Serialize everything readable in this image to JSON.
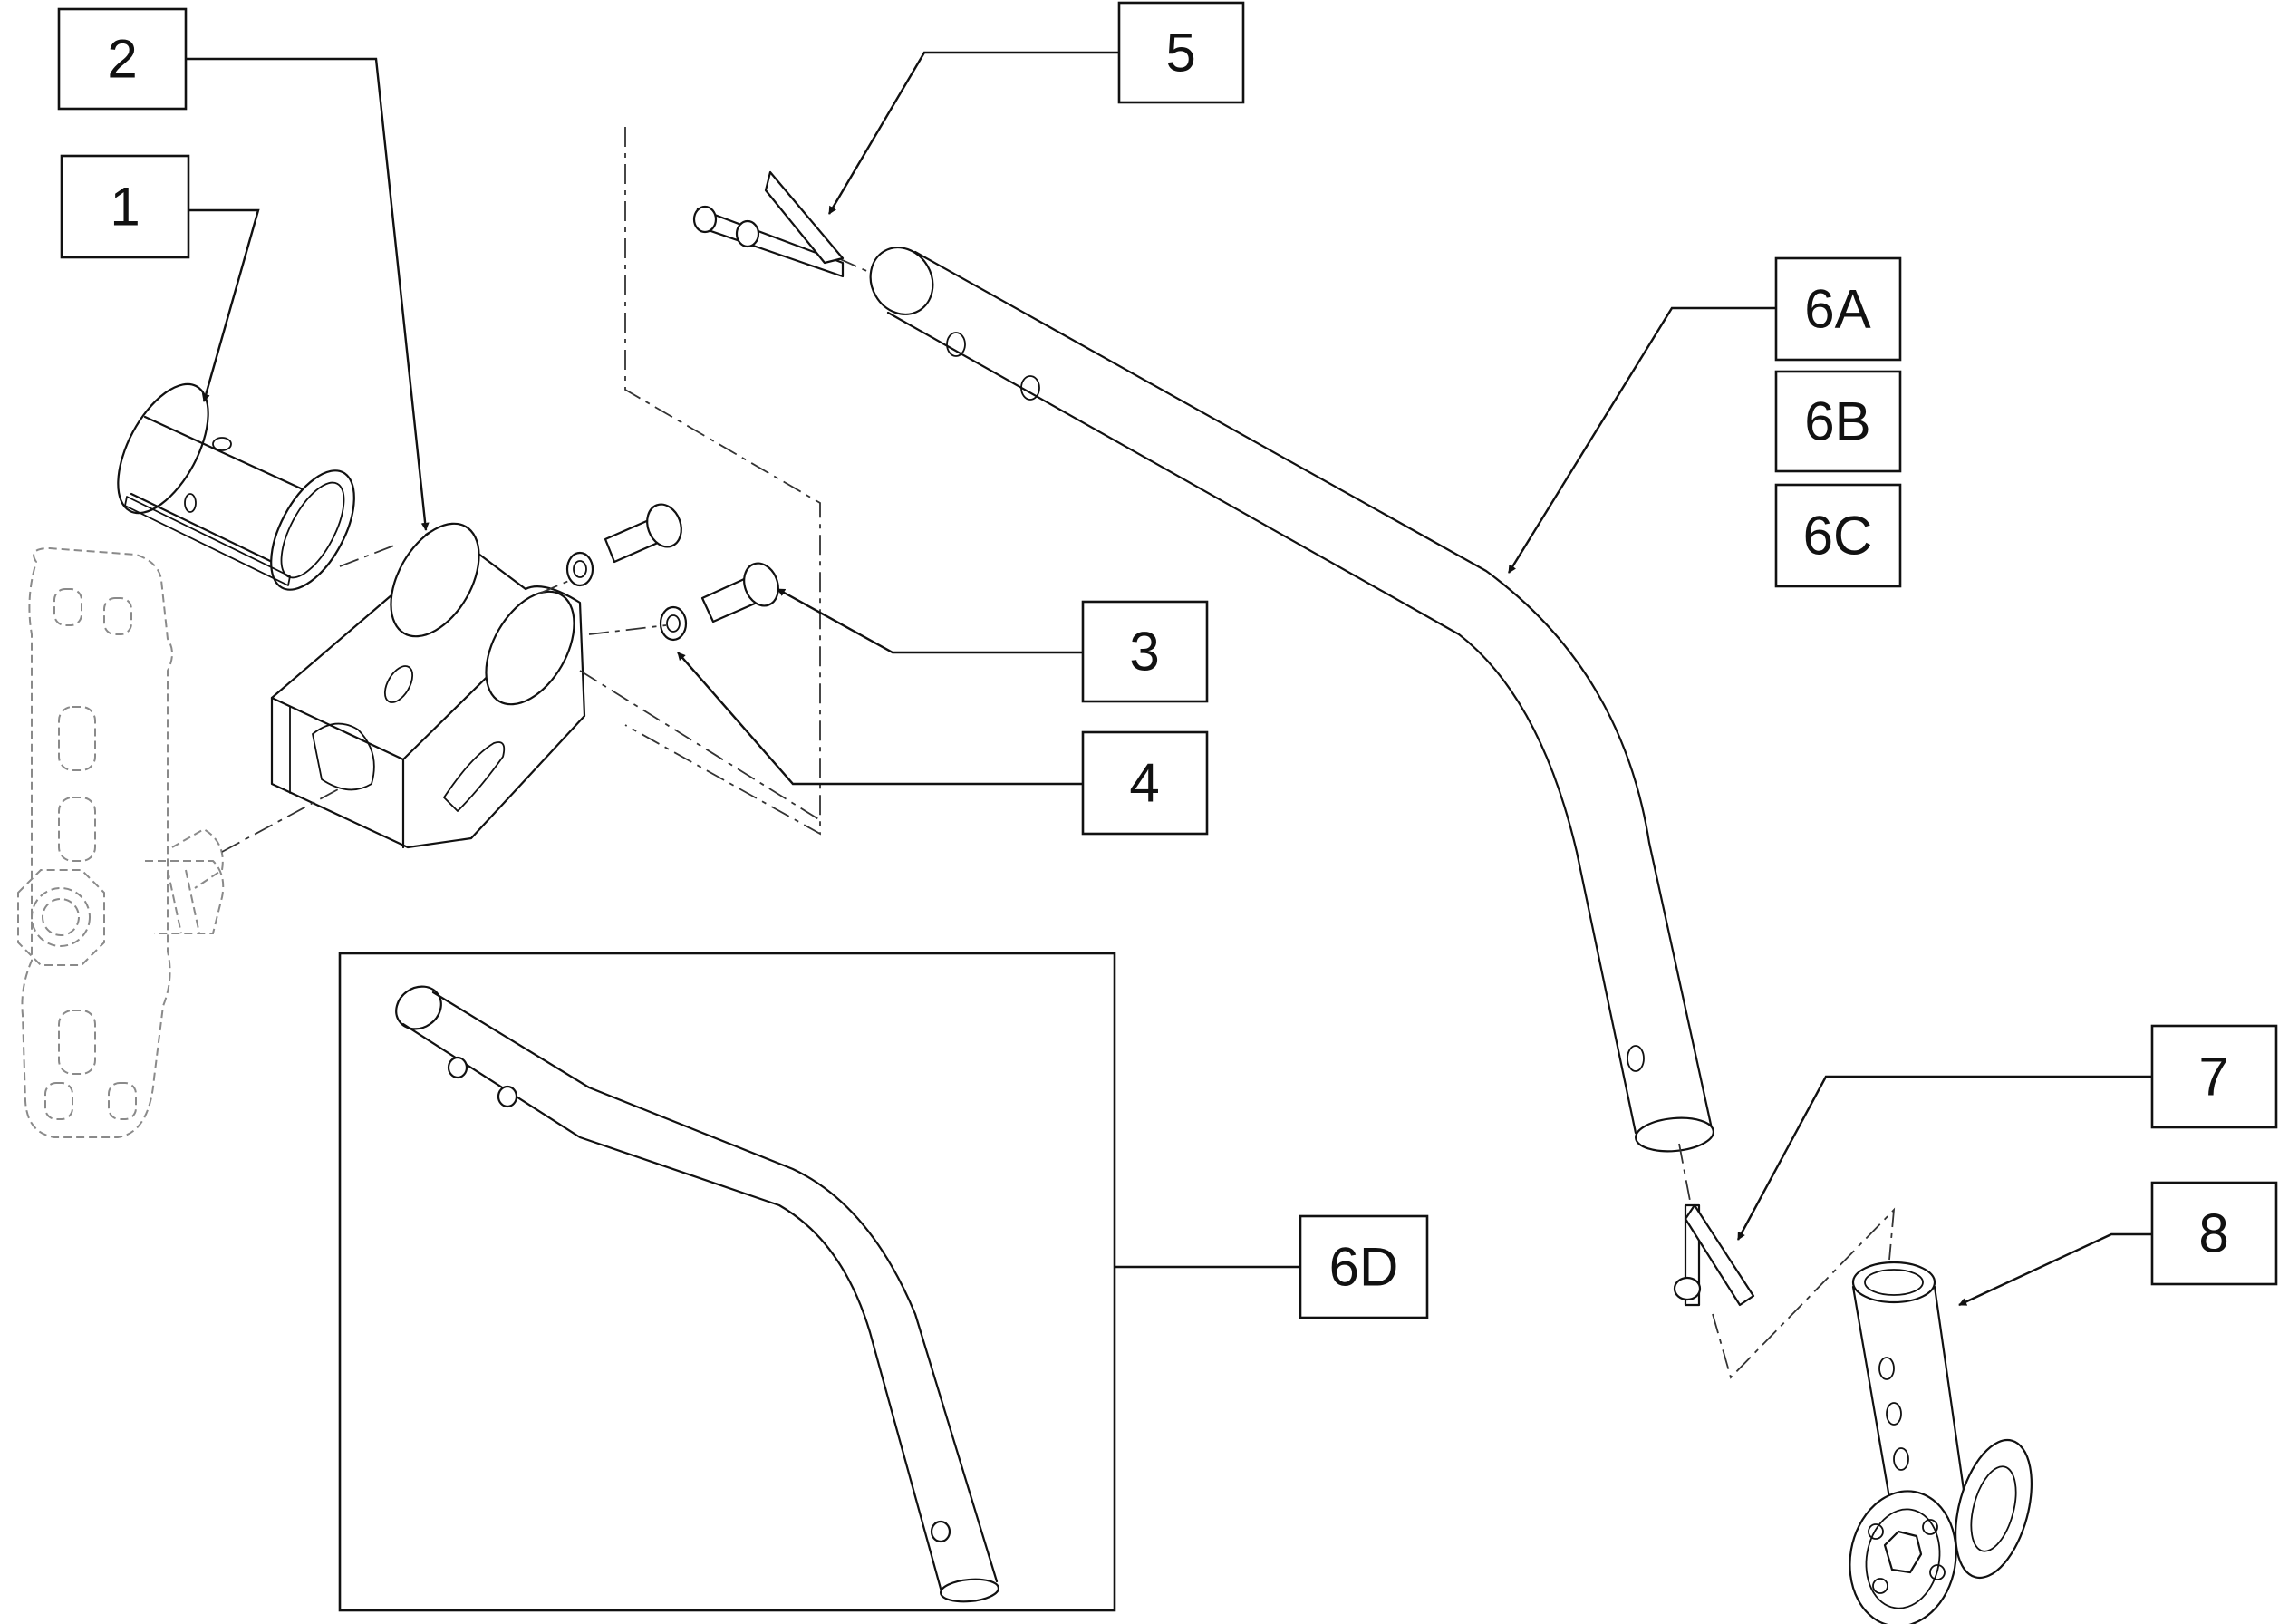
{
  "callouts": [
    {
      "id": "1",
      "text": "1"
    },
    {
      "id": "2",
      "text": "2"
    },
    {
      "id": "3",
      "text": "3"
    },
    {
      "id": "4",
      "text": "4"
    },
    {
      "id": "5",
      "text": "5"
    },
    {
      "id": "6a",
      "text": "6A"
    },
    {
      "id": "6b",
      "text": "6B"
    },
    {
      "id": "6c",
      "text": "6C"
    },
    {
      "id": "6d",
      "text": "6D"
    },
    {
      "id": "7",
      "text": "7"
    },
    {
      "id": "8",
      "text": "8"
    }
  ]
}
